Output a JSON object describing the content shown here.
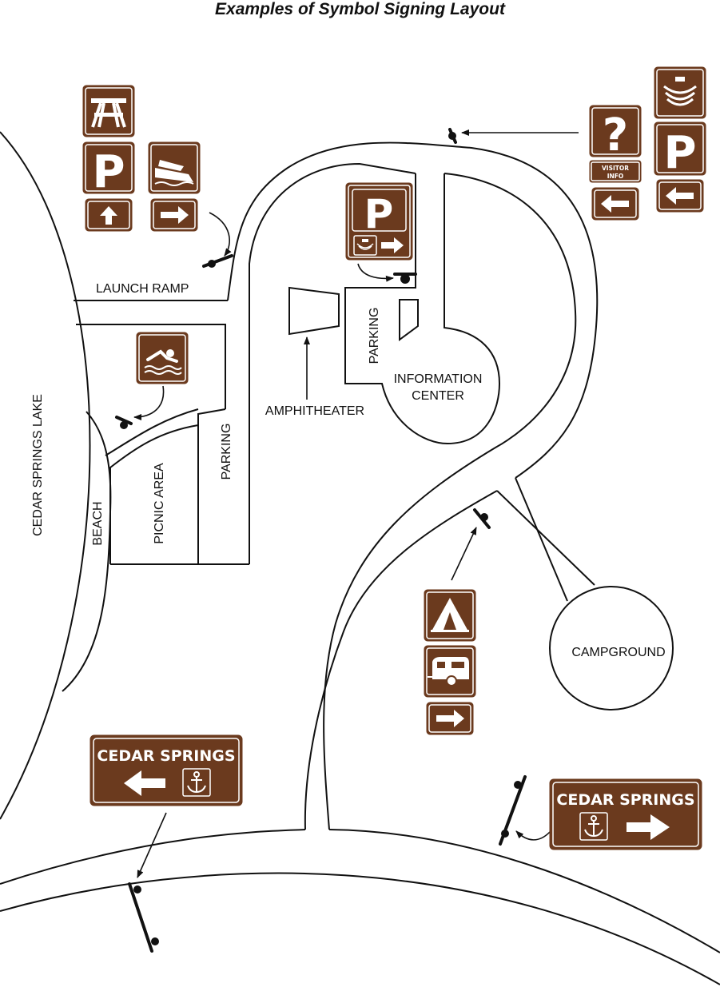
{
  "title": "Examples of Symbol Signing Layout",
  "labels": {
    "lake": "CEDAR SPRINGS LAKE",
    "launch_ramp": "LAUNCH RAMP",
    "parking_left": "PARKING",
    "parking_center": "PARKING",
    "picnic_area": "PICNIC AREA",
    "beach": "BEACH",
    "amphitheater": "AMPHITHEATER",
    "information_center_line1": "INFORMATION",
    "information_center_line2": "CENTER",
    "campground": "CAMPGROUND"
  },
  "signs": {
    "visitor_info_line1": "VISITOR",
    "visitor_info_line2": "INFO",
    "parking_letter": "P",
    "question_mark": "?",
    "guide_left_text": "CEDAR SPRINGS",
    "guide_right_text": "CEDAR SPRINGS"
  },
  "colors": {
    "sign_brown": "#6b3a1e",
    "sign_text": "#ffffff",
    "outline": "#111111"
  },
  "icons": [
    "picnic-table-icon",
    "parking-icon",
    "boat-launch-icon",
    "arrow-up-icon",
    "arrow-right-icon",
    "arrow-left-icon",
    "swimming-icon",
    "visitor-info-icon",
    "question-icon",
    "camping-tent-icon",
    "trailer-camping-icon",
    "anchor-icon",
    "sign-post-icon"
  ]
}
